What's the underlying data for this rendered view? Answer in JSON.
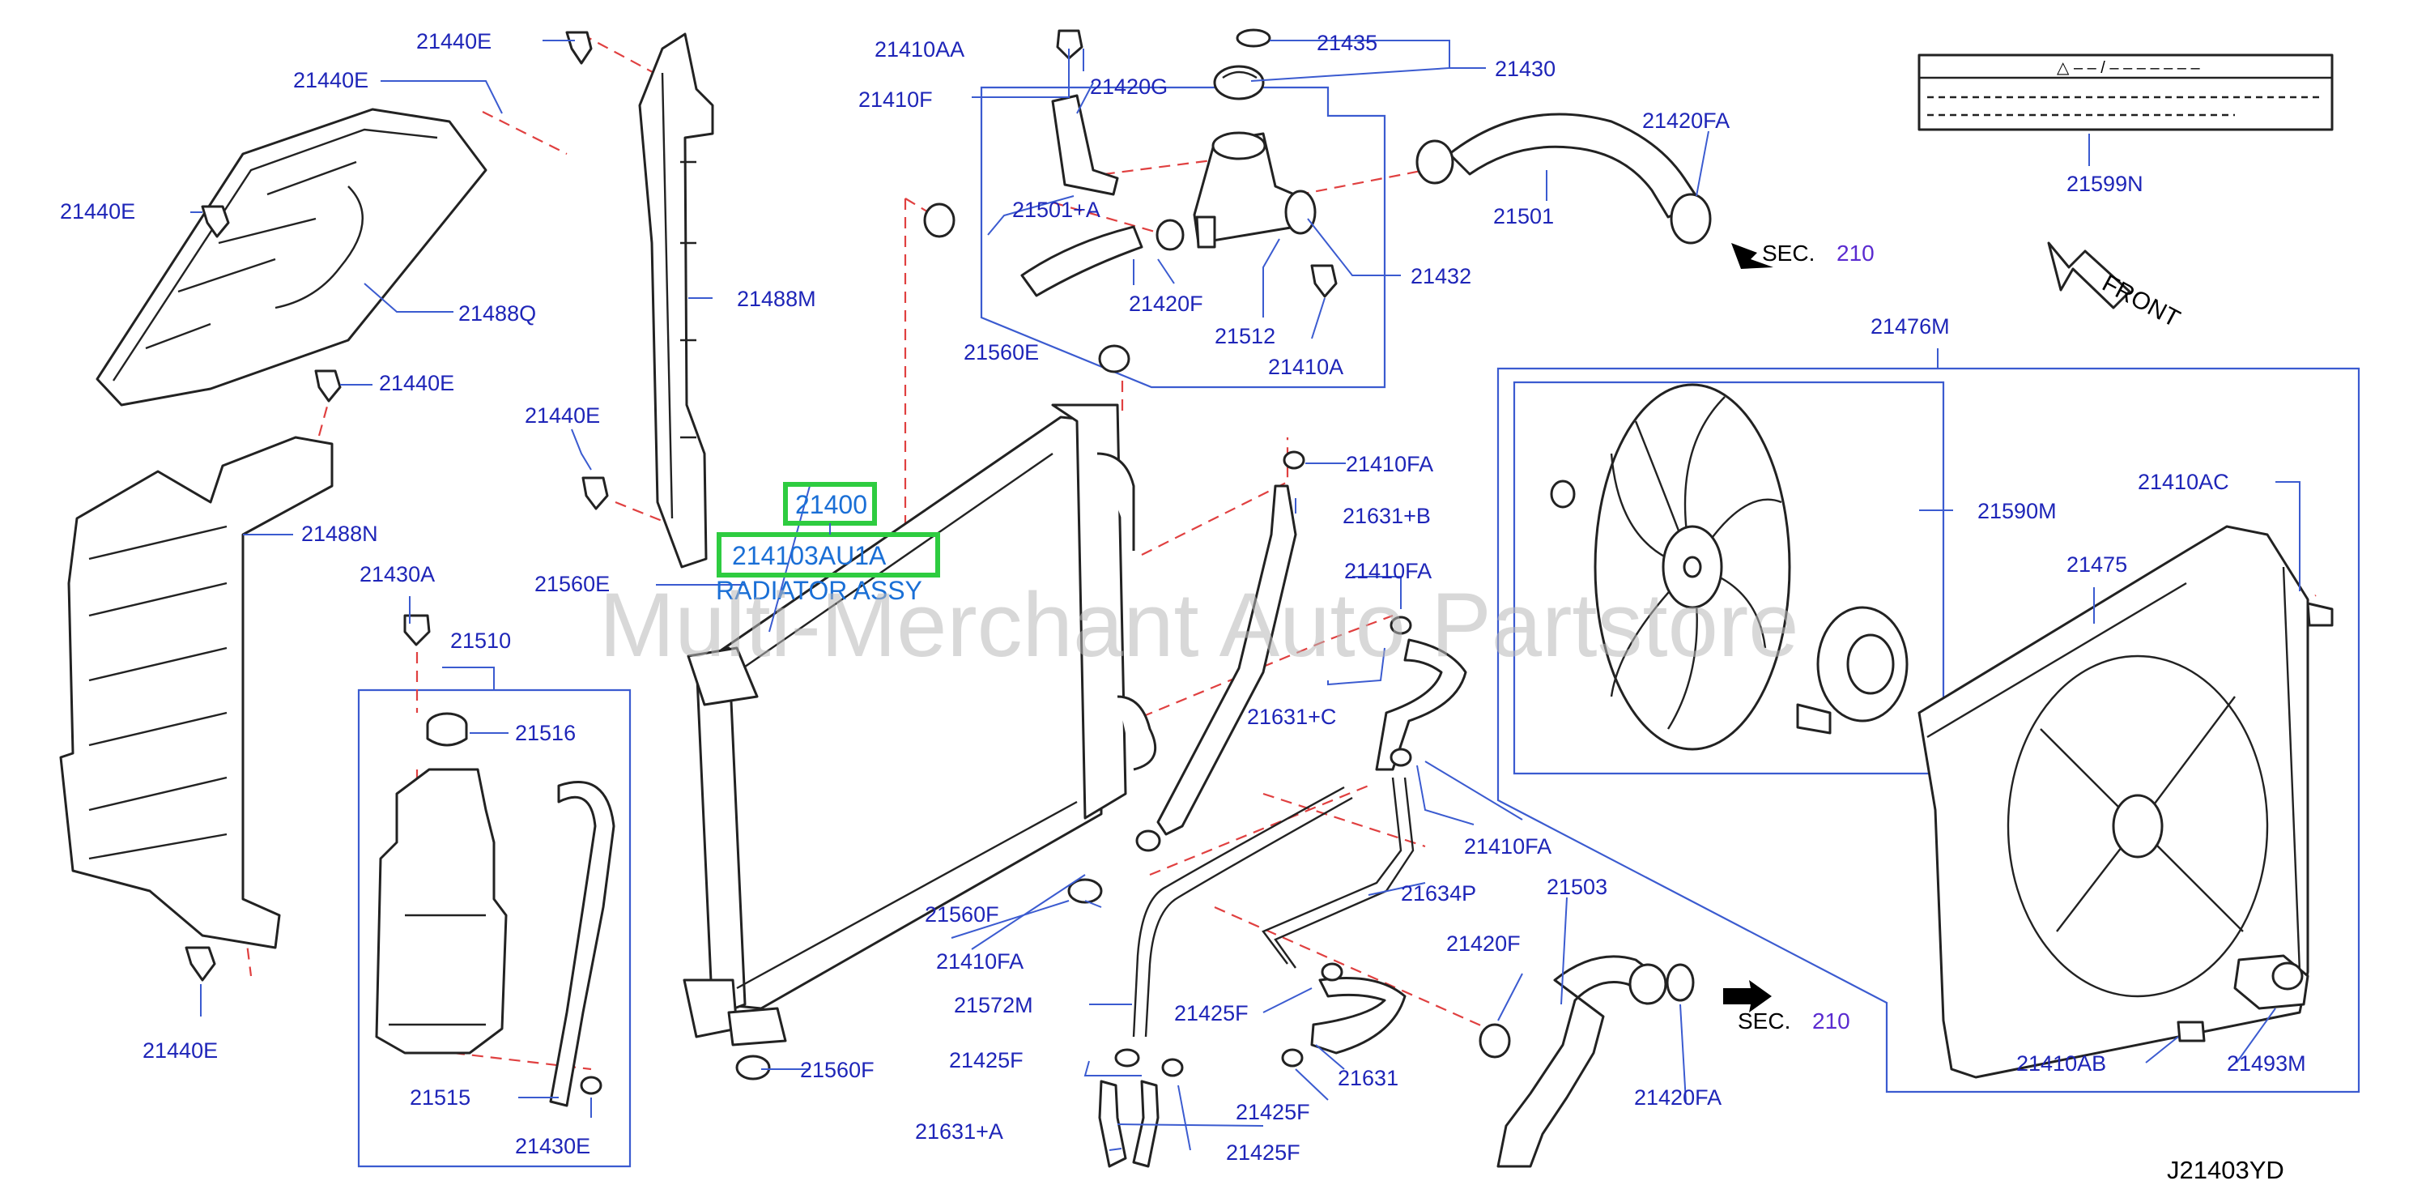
{
  "diagram": {
    "callouts": {
      "c21440E_a": "21440E",
      "c21440E_b": "21440E",
      "c21440E_c": "21440E",
      "c21440E_d": "21440E",
      "c21440E_e": "21440E",
      "c21440E_f": "21440E",
      "c21488Q": "21488Q",
      "c21488M": "21488M",
      "c21488N": "21488N",
      "c21430A": "21430A",
      "c21510": "21510",
      "c21516": "21516",
      "c21515": "21515",
      "c21430E": "21430E",
      "c21560E_a": "21560E",
      "c21560E_b": "21560E",
      "c21560F_a": "21560F",
      "c21560F_b": "21560F",
      "c21410AA": "21410AA",
      "c21410F": "21410F",
      "c21420G": "21420G",
      "c21501A": "21501+A",
      "c21420F_a": "21420F",
      "c21420F_b": "21420F",
      "c21512": "21512",
      "c21410A": "21410A",
      "c21432": "21432",
      "c21435": "21435",
      "c21430": "21430",
      "c21501": "21501",
      "c21420FA_a": "21420FA",
      "c21420FA_b": "21420FA",
      "c21599N": "21599N",
      "c21476M": "21476M",
      "c21590M": "21590M",
      "c21410AC": "21410AC",
      "c21475": "21475",
      "c21410AB": "21410AB",
      "c21493M": "21493M",
      "c21410FA_a": "21410FA",
      "c21410FA_b": "21410FA",
      "c21410FA_c": "21410FA",
      "c21410FA_d": "21410FA",
      "c21631B": "21631+B",
      "c21631C": "21631+C",
      "c21634P": "21634P",
      "c21572M": "21572M",
      "c21425F_a": "21425F",
      "c21425F_b": "21425F",
      "c21425F_c": "21425F",
      "c21425F_d": "21425F",
      "c21631": "21631",
      "c21631A": "21631+A",
      "c21503": "21503"
    },
    "highlight": {
      "part_number": "21400",
      "oem_number": "214103AU1A",
      "part_name": "RADIATOR ASSY"
    },
    "sec_ref": {
      "label": "SEC.",
      "number_a": "210",
      "number_b": "210"
    },
    "front_label": "FRONT",
    "label_plate": {
      "header": "△ – – / – – – – – – –"
    },
    "reference_code": "J21403YD",
    "watermark": "Multi-Merchant Auto Partstore"
  },
  "colors": {
    "callout": "#1e25b8",
    "leader": "#3b5bd0",
    "dashed_guide": "#e04040",
    "highlight_box": "#2ecc40",
    "highlight_text": "#1a6fd6",
    "watermark": "#b9b9b9"
  }
}
